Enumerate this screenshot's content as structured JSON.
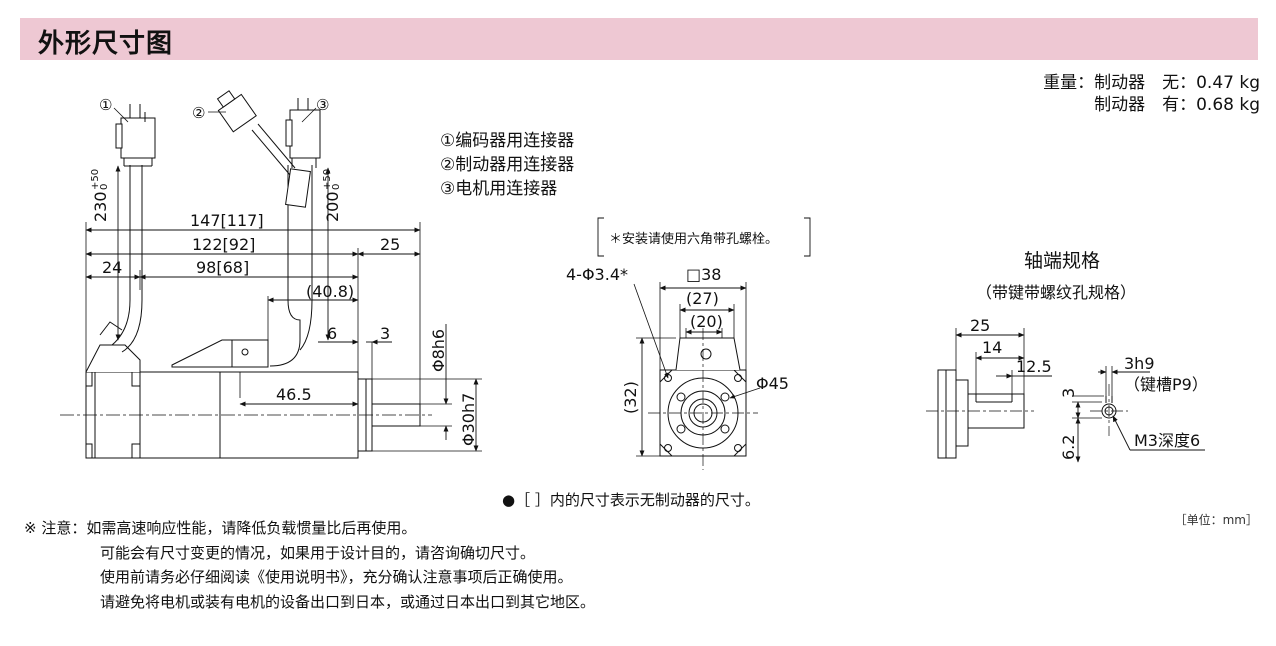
{
  "title": "外形尺寸图",
  "weight": {
    "line1": "重量：制动器　无：0.47 kg",
    "line2": "制动器　有：0.68 kg"
  },
  "legend": {
    "item1": "①编码器用连接器",
    "item2": "②制动器用连接器",
    "item3": "③电机用连接器"
  },
  "side_view": {
    "marker1": "①",
    "marker2": "②",
    "marker3": "③",
    "dim_cable_encoder": "230",
    "dim_cable_encoder_tol_upper": "+50",
    "dim_cable_encoder_tol_lower": "0",
    "dim_cable_motor": "200",
    "dim_cable_motor_tol_upper": "+50",
    "dim_cable_motor_tol_lower": "0",
    "dim_total": "147[117]",
    "dim_body": "122[92]",
    "dim_shaft": "25",
    "dim_24": "24",
    "dim_98": "98[68]",
    "dim_40_8": "(40.8)",
    "dim_6": "6",
    "dim_3": "3",
    "dim_46_5": "46.5",
    "dim_phi8": "Φ8h6",
    "dim_phi30": "Φ30h7"
  },
  "front_view": {
    "bolt_note": "＊安装请使用六角带孔螺栓。",
    "holes": "4-Φ3.4*",
    "square": "□38",
    "dim_27": "(27)",
    "dim_20": "(20)",
    "dim_32": "(32)",
    "dim_phi45": "Φ45"
  },
  "shaft_spec": {
    "title": "轴端规格",
    "subtitle": "（带键带螺纹孔规格）",
    "dim_25": "25",
    "dim_14": "14",
    "dim_12_5": "12.5",
    "dim_3h9": "3h9",
    "keyway": "（键槽P9）",
    "dim_3": "3",
    "dim_6_2": "6.2",
    "thread": "M3深度6"
  },
  "footnote": "●［ ］内的尺寸表示无制动器的尺寸。",
  "unit": "［单位：mm］",
  "notes": {
    "label": "※ 注意：",
    "line1": "如需高速响应性能，请降低负载惯量比后再使用。",
    "line2": "可能会有尺寸变更的情况，如果用于设计目的，请咨询确切尺寸。",
    "line3": "使用前请务必仔细阅读《使用说明书》，充分确认注意事项后正确使用。",
    "line4": "请避免将电机或装有电机的设备出口到日本，或通过日本出口到其它地区。"
  }
}
